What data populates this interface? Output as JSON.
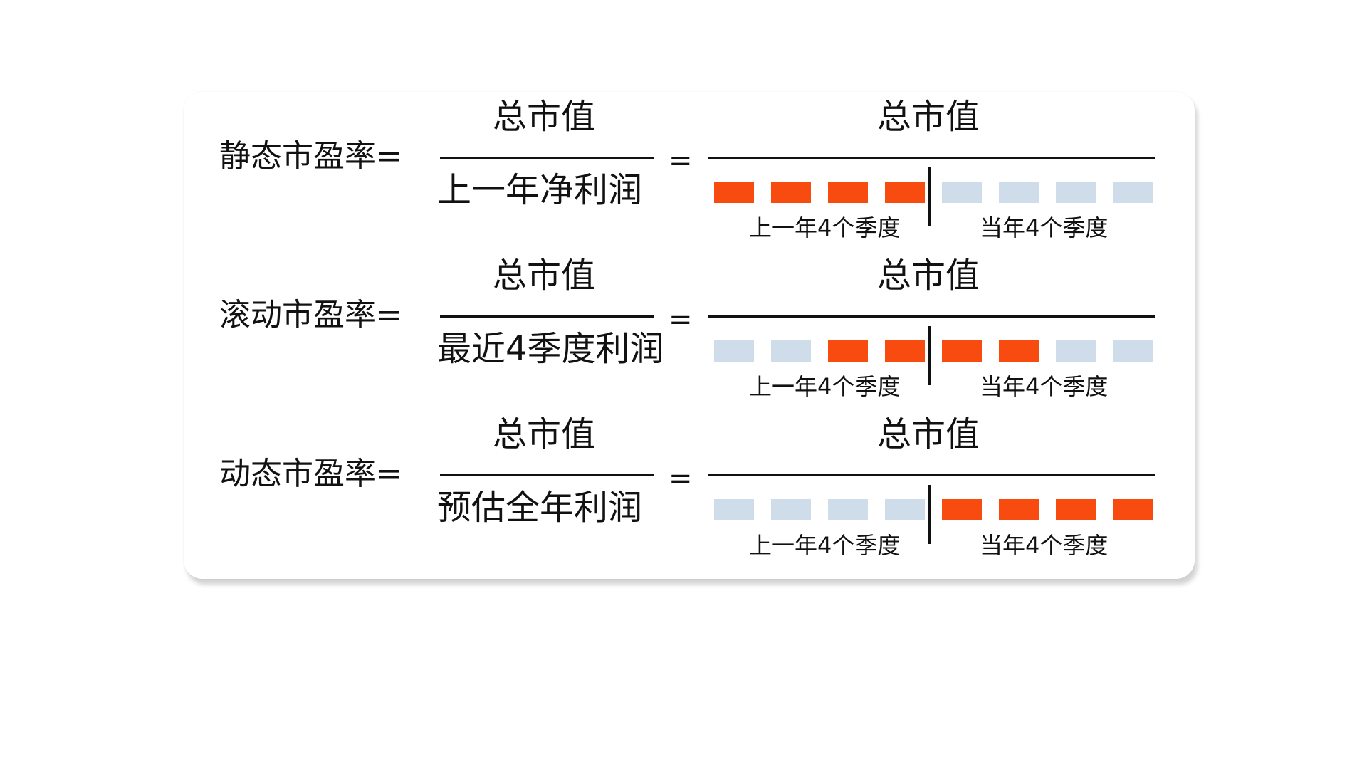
{
  "colors": {
    "highlight": "#F74B0F",
    "muted": "#CFDCEA"
  },
  "rows": [
    {
      "label": "静态市盈率=",
      "numerator": "总市值",
      "denominator": "上一年净利润",
      "equals": "=",
      "numerator_right": "总市值",
      "quarters_highlighted": [
        true,
        true,
        true,
        true,
        false,
        false,
        false,
        false
      ],
      "prev_year_label": "上一年4个季度",
      "curr_year_label": "当年4个季度"
    },
    {
      "label": "滚动市盈率=",
      "numerator": "总市值",
      "denominator": "最近4季度利润",
      "equals": "=",
      "numerator_right": "总市值",
      "quarters_highlighted": [
        false,
        false,
        true,
        true,
        true,
        true,
        false,
        false
      ],
      "prev_year_label": "上一年4个季度",
      "curr_year_label": "当年4个季度"
    },
    {
      "label": "动态市盈率=",
      "numerator": "总市值",
      "denominator": "预估全年利润",
      "equals": "=",
      "numerator_right": "总市值",
      "quarters_highlighted": [
        false,
        false,
        false,
        false,
        true,
        true,
        true,
        true
      ],
      "prev_year_label": "上一年4个季度",
      "curr_year_label": "当年4个季度"
    }
  ]
}
